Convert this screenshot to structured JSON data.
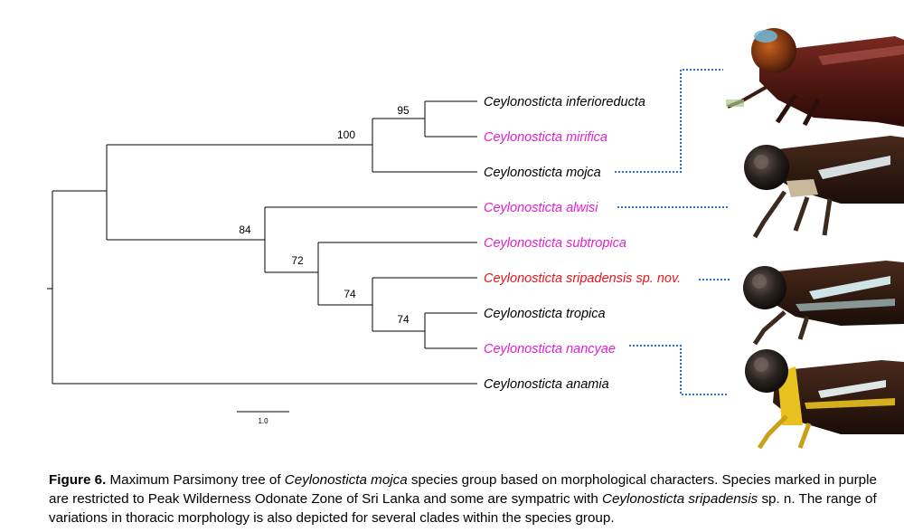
{
  "taxa": [
    {
      "id": "inferioreducta",
      "name": "Ceylonosticta inferioreducta",
      "color": "#000000"
    },
    {
      "id": "mirifica",
      "name": "Ceylonosticta mirifica",
      "color": "#e01fd0"
    },
    {
      "id": "mojca",
      "name": "Ceylonosticta mojca",
      "color": "#000000"
    },
    {
      "id": "alwisi",
      "name": "Ceylonosticta alwisi",
      "color": "#e01fd0"
    },
    {
      "id": "subtropica",
      "name": "Ceylonosticta subtropica",
      "color": "#e01fd0"
    },
    {
      "id": "sripadensis",
      "name": "Ceylonosticta sripadensis sp. nov.",
      "color": "#e8151b"
    },
    {
      "id": "tropica",
      "name": "Ceylonosticta tropica",
      "color": "#000000"
    },
    {
      "id": "nancyae",
      "name": "Ceylonosticta nancyae",
      "color": "#e01fd0"
    },
    {
      "id": "anamia",
      "name": "Ceylonosticta anamia",
      "color": "#000000"
    }
  ],
  "support_values": {
    "inferioreducta_mirifica": "95",
    "mojca_clade": "100",
    "alwisi_clade": "84",
    "subtropica_clade": "72",
    "sripadensis_clade": "74",
    "tropica_nancyae": "74"
  },
  "scale_bar": {
    "label": "1.0"
  },
  "colors": {
    "connector": "#2a6fd6",
    "tree": "#000000"
  },
  "photos": [
    {
      "name": "thorax-photo-mojca",
      "depicts": "mojca"
    },
    {
      "name": "thorax-photo-alwisi",
      "depicts": "alwisi"
    },
    {
      "name": "thorax-photo-sripadensis",
      "depicts": "sripadensis"
    },
    {
      "name": "thorax-photo-nancyae",
      "depicts": "nancyae"
    }
  ],
  "caption": {
    "label": "Figure 6.",
    "text_1": " Maximum Parsimony tree of ",
    "italic_1": "Ceylonosticta mojca",
    "text_2": " species group based on morphological characters. Species marked in purple are restricted to Peak Wilderness Odonate Zone of Sri Lanka and some are sympatric with ",
    "italic_2": "Ceylonosticta sripadensis",
    "text_3": " sp. n. The range of variations in thoracic morphology is also depicted for several clades within the species group."
  }
}
